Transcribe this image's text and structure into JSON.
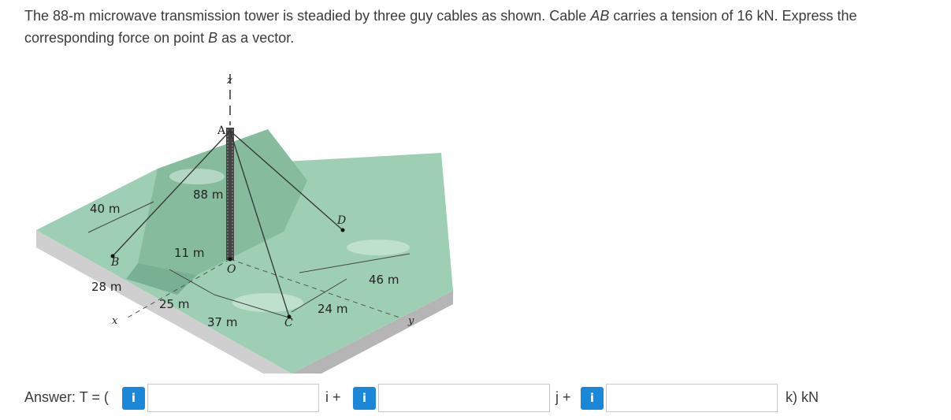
{
  "question": {
    "part1": "The 88-m microwave transmission tower is steadied by three guy cables as shown. Cable ",
    "cable": "AB",
    "part2": " carries a tension of 16 kN. Express the corresponding force on point ",
    "point": "B",
    "part3": " as a vector."
  },
  "figure": {
    "labels": {
      "z": "z",
      "A": "A",
      "h88": "88 m",
      "d40": "40 m",
      "D": "D",
      "B": "B",
      "d11": "11 m",
      "O": "O",
      "d46": "46 m",
      "d28": "28 m",
      "d25": "25 m",
      "d24": "24 m",
      "x": "x",
      "d37": "37 m",
      "C": "C",
      "y": "y"
    },
    "colors": {
      "ground": "#9ecfb4",
      "ground_dark": "#86bb9e",
      "side": "#cfcfcf",
      "side_dark": "#b5b5b5",
      "tower": "#444444"
    }
  },
  "answer": {
    "label": "Answer: T = (",
    "info_glyph": "i",
    "i_unit": "i +",
    "j_unit": "j +",
    "k_unit": "k) kN",
    "values": [
      "",
      "",
      ""
    ]
  }
}
